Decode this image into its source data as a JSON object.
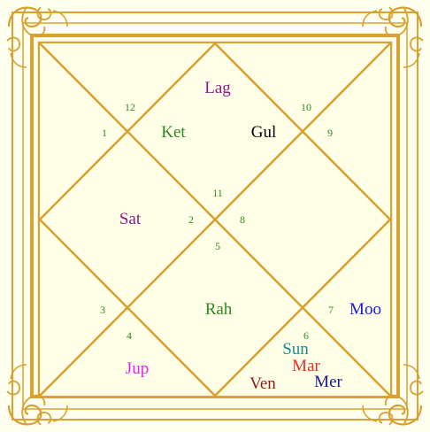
{
  "chart": {
    "colors": {
      "background": "#ffffe8",
      "outer_background": "#fffff0",
      "frame": "#dba22f",
      "lines": "#d9a030",
      "ornament": "#d9a030",
      "house_number": "#2f8a1f"
    },
    "houses": [
      {
        "number": "12"
      },
      {
        "number": "1"
      },
      {
        "number": "10"
      },
      {
        "number": "9"
      },
      {
        "number": "11"
      },
      {
        "number": "2"
      },
      {
        "number": "8"
      },
      {
        "number": "5"
      },
      {
        "number": "3"
      },
      {
        "number": "7"
      },
      {
        "number": "4"
      },
      {
        "number": "6"
      }
    ],
    "planets": [
      {
        "label": "Lag",
        "color": "#8b1a8b"
      },
      {
        "label": "Ket",
        "color": "#2a8a22"
      },
      {
        "label": "Gul",
        "color": "#000000"
      },
      {
        "label": "Sat",
        "color": "#8b1a8b"
      },
      {
        "label": "Rah",
        "color": "#2a8a22"
      },
      {
        "label": "Moo",
        "color": "#1a1adb"
      },
      {
        "label": "Sun",
        "color": "#1a8a8a"
      },
      {
        "label": "Jup",
        "color": "#ee1aee"
      },
      {
        "label": "Mar",
        "color": "#ee2a2a"
      },
      {
        "label": "Ven",
        "color": "#8b1a1a"
      },
      {
        "label": "Mer",
        "color": "#1a1a8b"
      }
    ]
  }
}
